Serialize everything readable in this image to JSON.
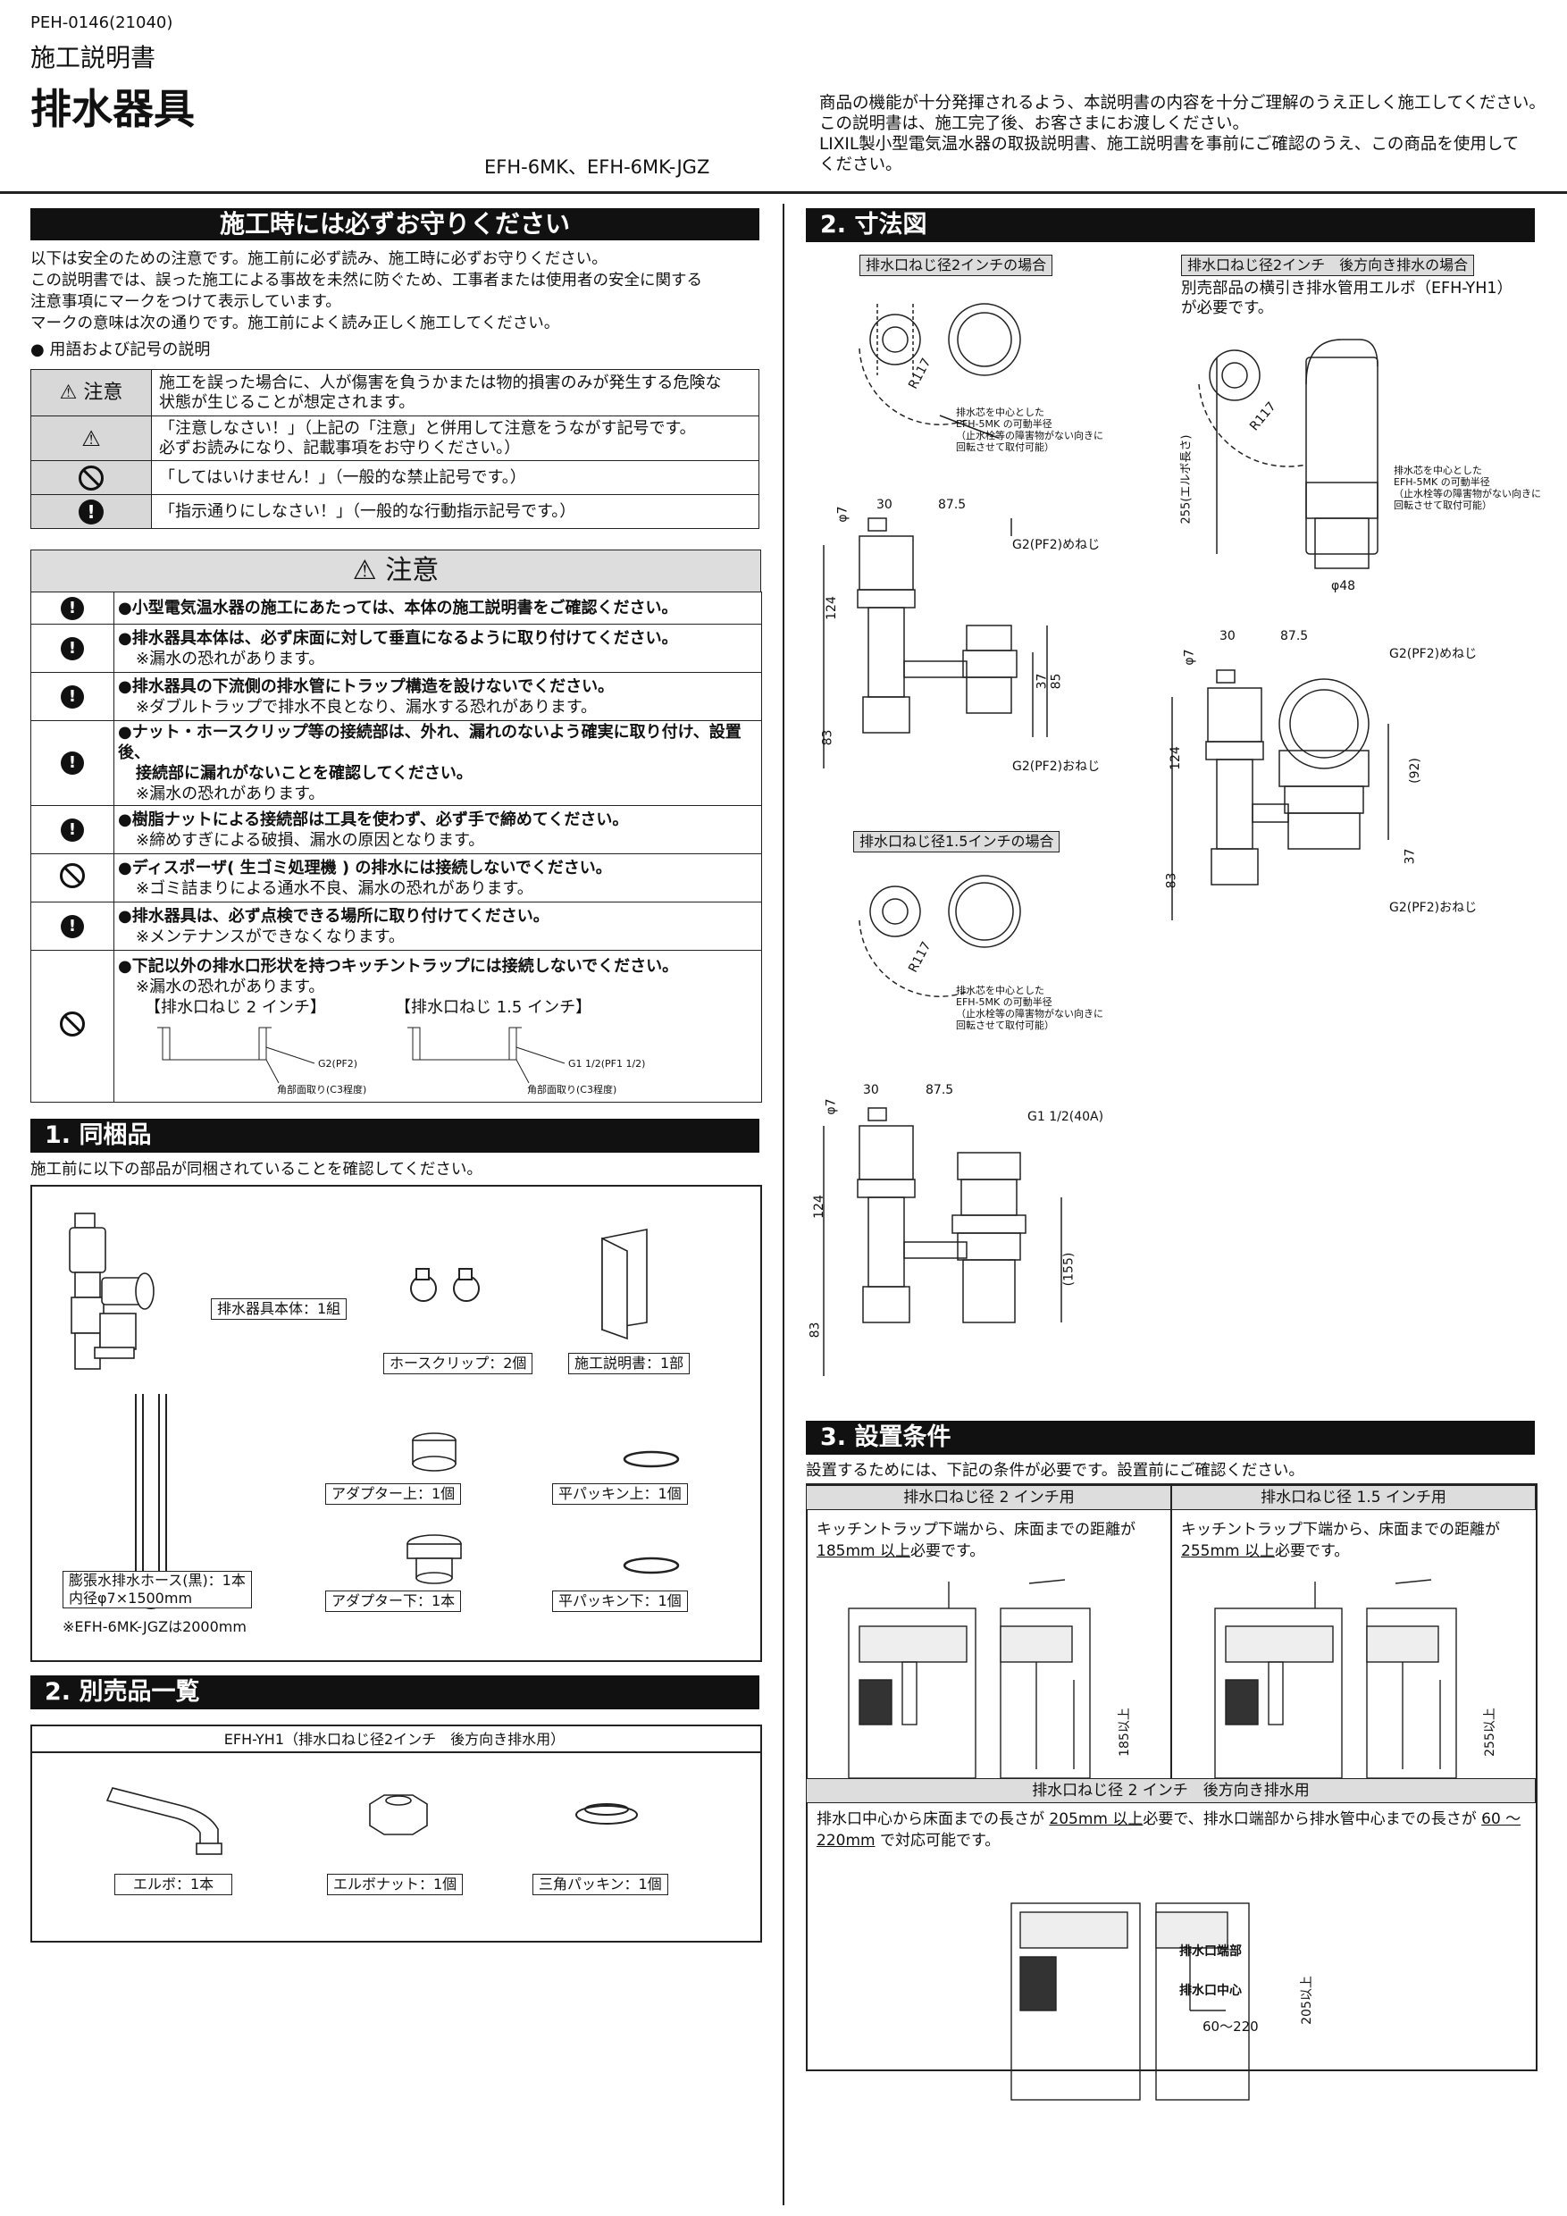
{
  "doc_code": "PEH-0146(21040)",
  "doc_type": "施工説明書",
  "title": "排水器具",
  "models": "EFH-6MK、EFH-6MK-JGZ",
  "intro": [
    "商品の機能が十分発揮されるよう、本説明書の内容を十分ご理解のうえ正しく施工してください。",
    "この説明書は、施工完了後、お客さまにお渡しください。",
    "LIXIL製小型電気温水器の取扱説明書、施工説明書を事前にご確認のうえ、この商品を使用して",
    "ください。"
  ],
  "safety": {
    "header": "施工時には必ずお守りください",
    "lines": [
      "以下は安全のための注意です。施工前に必ず読み、施工時に必ずお守りください。",
      "この説明書では、誤った施工による事故を未然に防ぐため、工事者または使用者の安全に関する",
      "注意事項にマークをつけて表示しています。",
      "マークの意味は次の通りです。施工前によく読み正しく施工してください。"
    ],
    "terms_title": "● 用語および記号の説明",
    "symbols": [
      {
        "sym": "⚠ 注意",
        "text1": "施工を誤った場合に、人が傷害を負うかまたは物的損害のみが発生する危険な",
        "text2": "状態が生じることが想定されます。"
      },
      {
        "sym": "⚠",
        "text1": "「注意しなさい！」（上記の「注意」と併用して注意をうながす記号です。",
        "text2": "必ずお読みになり、記載事項をお守りください。）"
      },
      {
        "sym": "⃠",
        "text1": "「してはいけません！」（一般的な禁止記号です。）",
        "text2": ""
      },
      {
        "sym": "!",
        "text1": "「指示通りにしなさい！」（一般的な行動指示記号です。）",
        "text2": ""
      }
    ],
    "caution_header": "⚠ 注意",
    "cautions": [
      {
        "icon": "must",
        "main": "●小型電気温水器の施工にあたっては、本体の施工説明書をご確認ください。",
        "main2": "",
        "note": ""
      },
      {
        "icon": "must",
        "main": "●排水器具本体は、必ず床面に対して垂直になるように取り付けてください。",
        "main2": "",
        "note": "※漏水の恐れがあります。"
      },
      {
        "icon": "must",
        "main": "●排水器具の下流側の排水管にトラップ構造を設けないでください。",
        "main2": "",
        "note": "※ダブルトラップで排水不良となり、漏水する恐れがあります。"
      },
      {
        "icon": "must",
        "main": "●ナット・ホースクリップ等の接続部は、外れ、漏れのないよう確実に取り付け、設置後、",
        "main2": "接続部に漏れがないことを確認してください。",
        "note": "※漏水の恐れがあります。"
      },
      {
        "icon": "must",
        "main": "●樹脂ナットによる接続部は工具を使わず、必ず手で締めてください。",
        "main2": "",
        "note": "※締めすぎによる破損、漏水の原因となります。"
      },
      {
        "icon": "prohibit",
        "main": "●ディスポーザ( 生ゴミ処理機 ) の排水には接続しないでください。",
        "main2": "",
        "note": "※ゴミ詰まりによる通水不良、漏水の恐れがあります。"
      },
      {
        "icon": "must",
        "main": "●排水器具は、必ず点検できる場所に取り付けてください。",
        "main2": "",
        "note": "※メンテナンスができなくなります。"
      },
      {
        "icon": "prohibit",
        "main": "●下記以外の排水口形状を持つキッチントラップには接続しないでください。",
        "main2": "",
        "note": "※漏水の恐れがあります。"
      }
    ],
    "outlet_2in": "【排水口ねじ 2 インチ】",
    "outlet_15in": "【排水口ねじ 1.5 インチ】",
    "outlet_2in_thread": "G2(PF2)",
    "outlet_15in_thread": "G1 1/2(PF1 1/2)",
    "outlet_chamfer": "角部面取り(C3程度)"
  },
  "section1": {
    "header": "1. 同梱品",
    "desc": "施工前に以下の部品が同梱されていることを確認してください。",
    "items": {
      "body": "排水器具本体：1組",
      "clip": "ホースクリップ：2個",
      "manual": "施工説明書：1部",
      "hose1": "膨張水排水ホース(黒)：1本",
      "hose2": "内径φ7×1500mm",
      "hose_note": "※EFH-6MK-JGZは2000mm",
      "adapter_up": "アダプター上：1個",
      "adapter_down": "アダプター下：1本",
      "packing_up": "平パッキン上：1個",
      "packing_down": "平パッキン下：1個"
    }
  },
  "section2b": {
    "header": "2. 別売品一覧",
    "product": "EFH-YH1（排水口ねじ径2インチ　後方向き排水用）",
    "elbow": "エルボ：1本",
    "elbow_nut": "エルボナット：1個",
    "packing": "三角パッキン：1個"
  },
  "section2": {
    "header": "2. 寸法図",
    "case1": "排水口ねじ径2インチの場合",
    "case2": "排水口ねじ径2インチ　後方向き排水の場合",
    "case2_note1": "別売部品の横引き排水管用エルボ（EFH-YH1）",
    "case2_note2": "が必要です。",
    "case3": "排水口ねじ径1.5インチの場合",
    "r117": "R117",
    "radius_note1": "排水芯を中心とした",
    "radius_note2": "EFH-5MK の可動半径",
    "radius_note3": "（止水栓等の障害物がない向きに",
    "radius_note4": "回転させて取付可能）",
    "dim_phi7": "φ7",
    "dim_30": "30",
    "dim_875": "87.5",
    "dim_124": "124",
    "dim_83": "83",
    "dim_85": "85",
    "dim_37": "37",
    "dim_92": "(92)",
    "dim_155": "(155)",
    "dim_255": "255(エルボ長さ)",
    "dim_phi48": "φ48",
    "g2_female": "G2(PF2)めねじ",
    "g2_male": "G2(PF2)おねじ",
    "g15": "G1 1/2(40A)"
  },
  "section3": {
    "header": "3. 設置条件",
    "desc": "設置するためには、下記の条件が必要です。設置前にご確認ください。",
    "col1_head": "排水口ねじ径 2 インチ用",
    "col2_head": "排水口ねじ径 1.5 インチ用",
    "col1_text1": "キッチントラップ下端から、床面までの距離が",
    "col1_text2a": "185mm 以上",
    "col1_text2b": "必要です。",
    "col2_text1": "キッチントラップ下端から、床面までの距離が",
    "col2_text2a": "255mm 以上",
    "col2_text2b": "必要です。",
    "col1_dim": "185以上",
    "col2_dim": "255以上",
    "rear_head": "排水口ねじ径 2 インチ　後方向き排水用",
    "rear_text1a": "排水口中心から床面までの長さが ",
    "rear_text1b": "205mm 以上",
    "rear_text1c": "必要で、排水口端部から排水管中心までの長さが ",
    "rear_text1d": "60 ～",
    "rear_text2a": "220mm",
    "rear_text2b": " で対応可能です。",
    "rear_label1": "排水口端部",
    "rear_label2": "排水口中心",
    "rear_dim1": "205以上",
    "rear_dim2": "60～220"
  }
}
